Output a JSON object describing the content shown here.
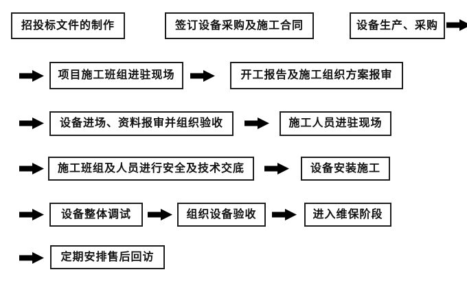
{
  "flowchart": {
    "title": "equipment-procurement-and-installation-workflow",
    "colors": {
      "background": "#ffffff",
      "box_border": "#1c1c1c",
      "text": "#111111",
      "arrow": "#000000"
    },
    "arrow_icon": "right-block-arrow",
    "rows": [
      {
        "steps": [
          {
            "label": "招投标文件的制作"
          },
          {
            "label": "签订设备采购及施工合同"
          },
          {
            "label": "设备生产、采购"
          }
        ]
      },
      {
        "steps": [
          {
            "label": "项目施工班组进驻现场"
          },
          {
            "label": "开工报告及施工组织方案报审"
          }
        ]
      },
      {
        "steps": [
          {
            "label": "设备进场、资料报审并组织验收"
          },
          {
            "label": "施工人员进驻现场"
          }
        ]
      },
      {
        "steps": [
          {
            "label": "施工班组及人员进行安全及技术交底"
          },
          {
            "label": "设备安装施工"
          }
        ]
      },
      {
        "steps": [
          {
            "label": "设备整体调试"
          },
          {
            "label": "组织设备验收"
          },
          {
            "label": "进入维保阶段"
          }
        ]
      },
      {
        "steps": [
          {
            "label": "定期安排售后回访"
          }
        ]
      }
    ]
  }
}
